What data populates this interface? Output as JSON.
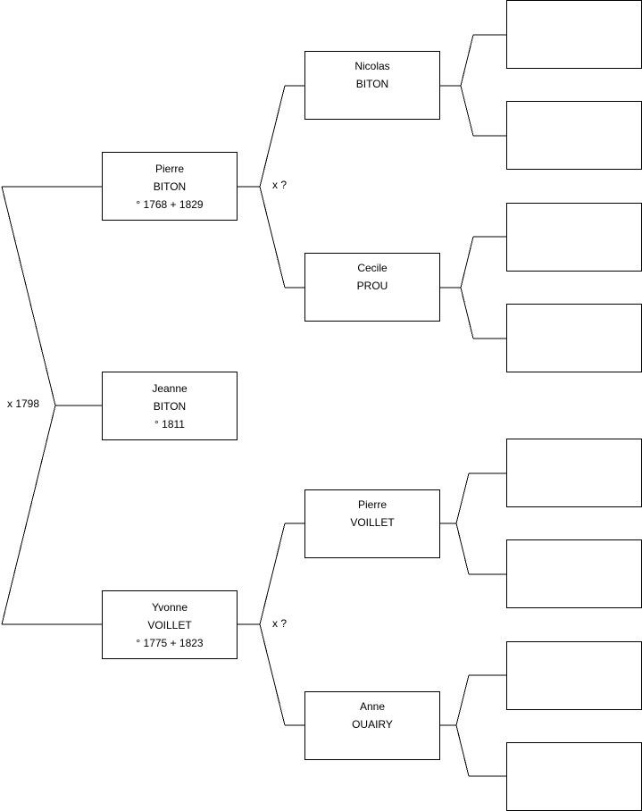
{
  "marriage_labels": {
    "root": "x 1798",
    "paternal": "x ?",
    "maternal": "x ?"
  },
  "persons": {
    "jeanne": {
      "first_name": "Jeanne",
      "surname": "BITON",
      "dates": "° 1811"
    },
    "pierre_biton": {
      "first_name": "Pierre",
      "surname": "BITON",
      "dates": "° 1768 + 1829"
    },
    "yvonne": {
      "first_name": "Yvonne",
      "surname": "VOILLET",
      "dates": "° 1775 + 1823"
    },
    "nicolas": {
      "first_name": "Nicolas",
      "surname": "BITON"
    },
    "cecile": {
      "first_name": "Cecile",
      "surname": "PROU"
    },
    "pierre_voillet": {
      "first_name": "Pierre",
      "surname": "VOILLET"
    },
    "anne": {
      "first_name": "Anne",
      "surname": "OUAIRY"
    }
  }
}
